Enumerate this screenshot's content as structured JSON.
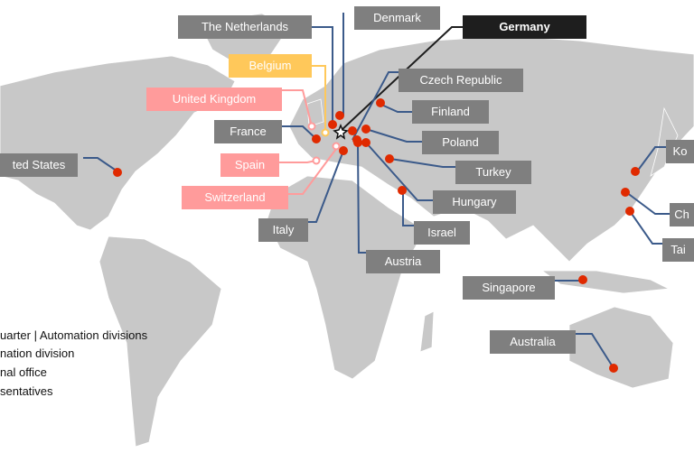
{
  "colors": {
    "land": "#c8c8c8",
    "border": "#ffffff",
    "dot": "#e02a00",
    "line": "#3b5a8a",
    "hq": "#1e1e1e",
    "pink": "#ff9b9b",
    "yellow": "#ffc85a",
    "gray_label": "#7f7f7f"
  },
  "labels": {
    "netherlands": "The Netherlands",
    "denmark": "Denmark",
    "germany": "Germany",
    "belgium": "Belgium",
    "uk": "United Kingdom",
    "czech": "Czech Republic",
    "finland": "Finland",
    "france": "France",
    "poland": "Poland",
    "us": "ted States",
    "spain": "Spain",
    "turkey": "Turkey",
    "switzerland": "Switzerland",
    "hungary": "Hungary",
    "italy": "Italy",
    "israel": "Israel",
    "austria": "Austria",
    "singapore": "Singapore",
    "australia": "Australia",
    "korea": "Ko",
    "china": "Ch",
    "taiwan": "Tai"
  },
  "legend": [
    "uarter | Automation divisions",
    "nation division",
    "nal office",
    "sentatives"
  ]
}
